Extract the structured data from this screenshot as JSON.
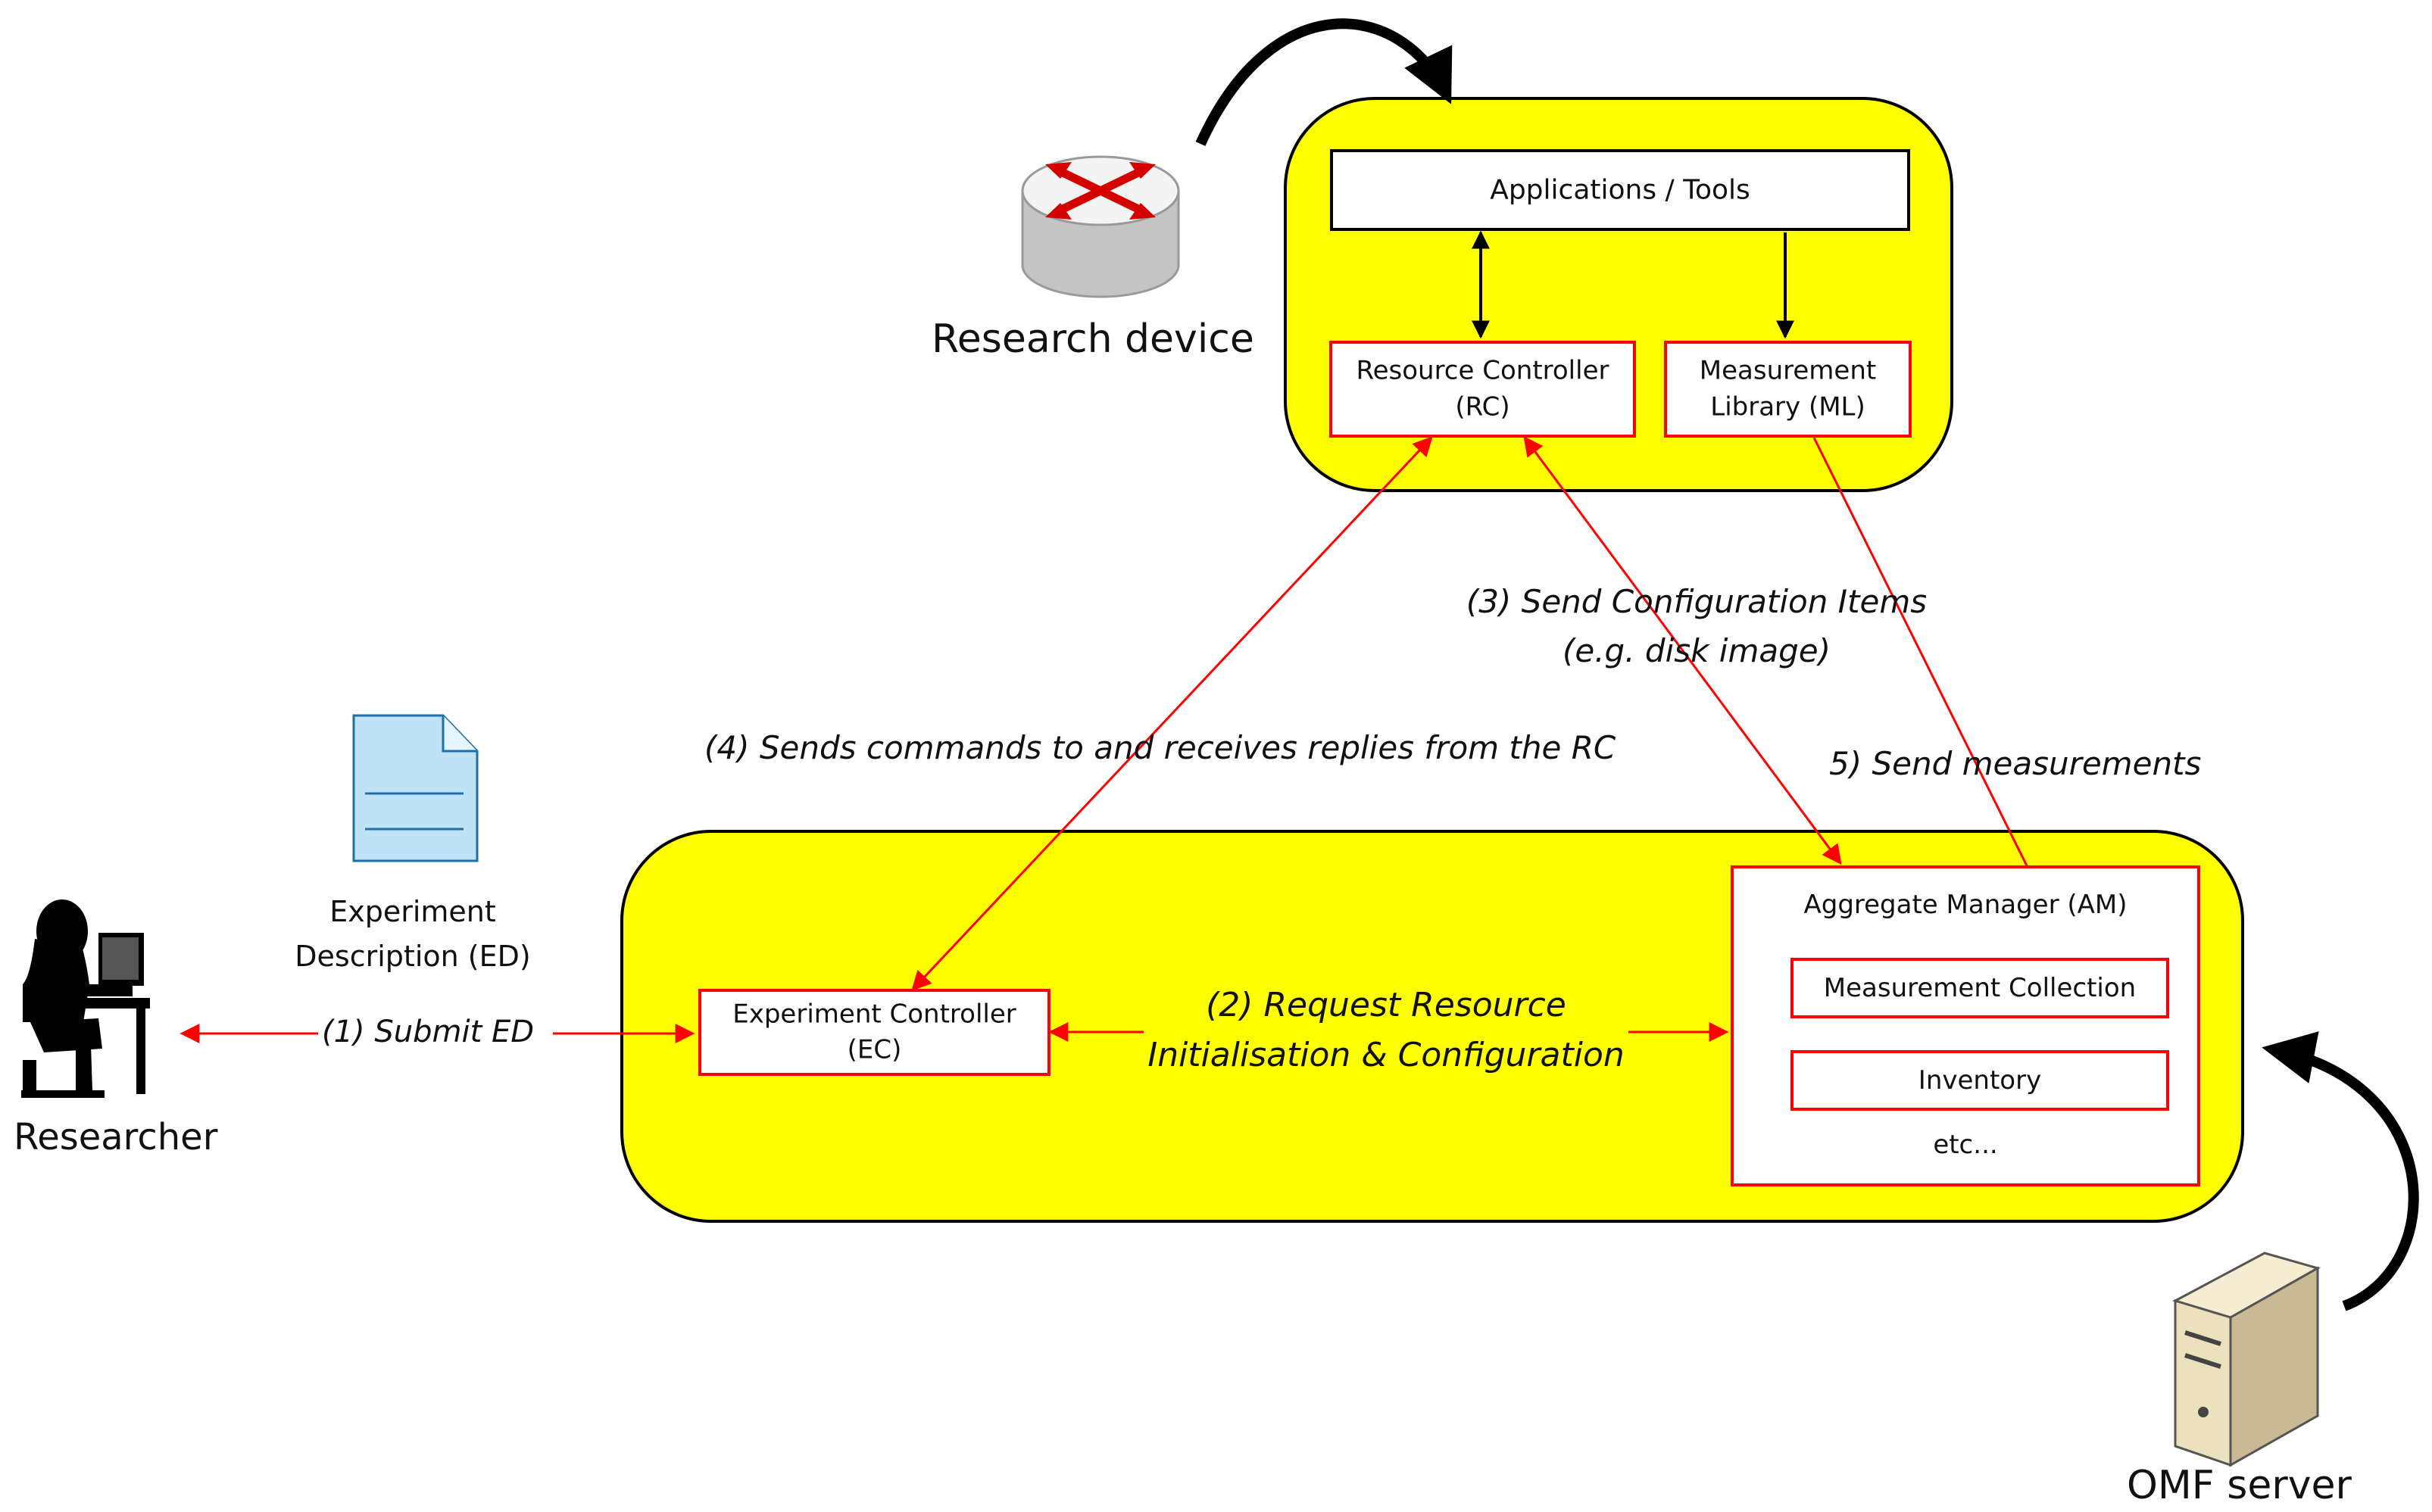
{
  "colors": {
    "container_fill": "#ffff00",
    "container_border": "#000000",
    "box_border_red": "#ff0000",
    "arrow_red": "#ff0000",
    "arrow_black": "#000000"
  },
  "labels": {
    "research_device": "Research device",
    "omf_server": "OMF server",
    "researcher": "Researcher",
    "experiment_description": "Experiment\nDescription (ED)"
  },
  "top_container": {
    "applications_tools": "Applications / Tools",
    "resource_controller": "Resource Controller\n(RC)",
    "measurement_library": "Measurement\nLibrary (ML)"
  },
  "bottom_container": {
    "experiment_controller": "Experiment Controller\n(EC)",
    "aggregate_manager": "Aggregate Manager (AM)",
    "measurement_collection": "Measurement Collection",
    "inventory": "Inventory",
    "etc": "etc..."
  },
  "steps": {
    "step1": "(1) Submit ED",
    "step2": "(2) Request Resource\nInitialisation & Configuration",
    "step3": "(3) Send Configuration Items\n(e.g. disk image)",
    "step4": "(4) Sends commands to and receives replies from the RC",
    "step5": "5) Send measurements"
  },
  "icons": {
    "router": "router-icon",
    "server": "server-tower-icon",
    "document": "document-icon",
    "person": "researcher-at-desk-icon"
  }
}
